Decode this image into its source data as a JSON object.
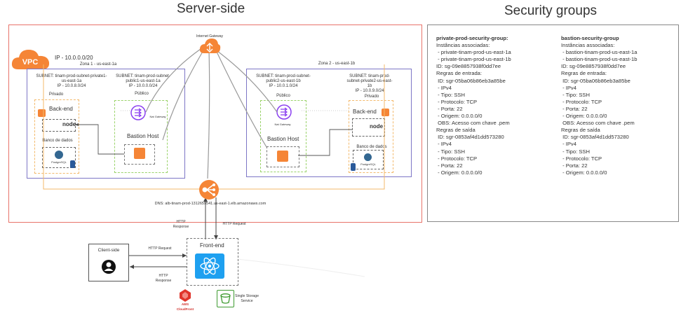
{
  "titles": {
    "server_side": "Server-side",
    "security_groups": "Security groups"
  },
  "vpc": {
    "badge": "VPC",
    "ip": "IP - 10.0.0.0/20"
  },
  "internet_gateway": {
    "label": "Internet Gateway"
  },
  "zone1": {
    "title": "Zona 1 - us-east-1a",
    "private_subnet": {
      "caption": "SUBNET: tinam-prod-subnet-private1-us-east-1a\nIP - 10.0.8.0/24",
      "tag": "Privado",
      "backend": "Back-end",
      "db": "Banco de dados"
    },
    "public_subnet": {
      "caption": "SUBNET: tinam-prod-subnet-public1-us-east-1a\nIP - 10.0.0.0/24",
      "tag": "Público",
      "nat": "Nat Gateway",
      "bastion": "Bastion Host"
    }
  },
  "zone2": {
    "title": "Zona 2 - us-east-1b",
    "public_subnet": {
      "caption": "SUBNET: tinam-prod-subnet-public2-us-east-1b\nIP - 10.0.1.0/24",
      "tag": "Público",
      "nat": "Nat Gateway",
      "bastion": "Bastion Host"
    },
    "private_subnet": {
      "caption": "SUBNET: tinam-prod-subnet-private2-us-east-1b\nIP - 10.0.9.0/24",
      "tag": "Privado",
      "backend": "Back-end",
      "db": "Banco de dados"
    }
  },
  "node_logo": "node",
  "postgres_label": "PostgreSQL",
  "alb": {
    "dns": "DNS: alb-tinam-prod-1312659541.us-east-1.elb.amazonaws.com"
  },
  "http": {
    "response_top": "HTTP\nResponse",
    "request_top": "HTTP Request",
    "request_left": "HTTP Request",
    "response_left": "HTTP\nResponse"
  },
  "frontend": {
    "label": "Front-end"
  },
  "client": {
    "label": "Client-side"
  },
  "cloudfront": {
    "label": "AWS\nCloudFront"
  },
  "s3": {
    "label": "Single Storage\nService"
  },
  "security_groups": [
    {
      "name": "private-prod-security-group:",
      "lines": [
        "Instâncias associadas:",
        " - private-tinam-prod-us-east-1a",
        " - private-tinam-prod-us-east-1b",
        "ID: sg-09e8857938f0dd7ee",
        "Regras de entrada:",
        " ID: sgr-05ba06b86eb3a85be",
        " - IPv4",
        " - Tipo: SSH",
        " - Protocolo: TCP",
        " - Porta: 22",
        " - Origem: 0.0.0.0/0",
        " OBS: Acesso com chave .pem",
        "Regras de saída",
        " ID: sgr-0853af4d1dd573280",
        " - IPv4",
        " - Tipo: SSH",
        " - Protocolo: TCP",
        " - Porta: 22",
        " - Origem: 0.0.0.0/0"
      ]
    },
    {
      "name": "bastion-security-group",
      "lines": [
        "Instâncias associadas:",
        " - bastion-tinam-prod-us-east-1a",
        " - bastion-tinam-prod-us-east-1b",
        "ID: sg-09e8857938f0dd7ee",
        "Regras de entrada:",
        " ID: sgr-05ba06b86eb3a85be",
        " - IPv4",
        " - Tipo: SSH",
        " - Protocolo: TCP",
        " - Porta: 22",
        " - Origem: 0.0.0.0/0",
        " OBS: Acesso com chave .pem",
        "Regras de saída",
        " ID: sgr-0853af4d1dd573280",
        " - IPv4",
        " - Tipo: SSH",
        " - Protocolo: TCP",
        " - Porta: 22",
        " - Origem: 0.0.0.0/0"
      ]
    }
  ],
  "colors": {
    "vpc_orange": "#f58536",
    "aws_red": "#e8736a",
    "zone_purple": "#7d76c6",
    "react_blue": "#1ea0f0",
    "s3_green": "#3e9b30",
    "nat_purple": "#8a3ff0"
  }
}
